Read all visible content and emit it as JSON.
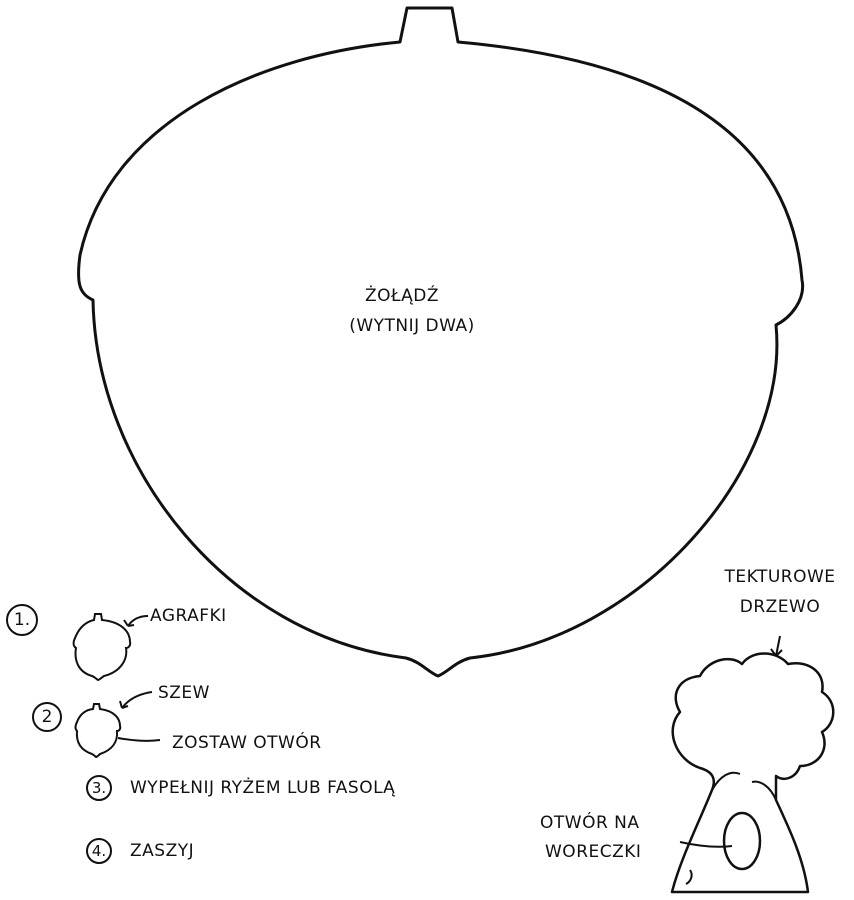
{
  "acorn": {
    "title": "ŻOŁĄDŹ",
    "subtitle": "(WYTNIJ DWA)"
  },
  "steps": [
    {
      "number": "1.",
      "text": "AGRAFKI"
    },
    {
      "number": "2",
      "text": "SZEW",
      "text2": "ZOSTAW OTWÓR"
    },
    {
      "number": "3.",
      "text": "WYPEŁNIJ RYŻEM LUB FASOLĄ"
    },
    {
      "number": "4.",
      "text": "ZASZYJ"
    }
  ],
  "tree": {
    "label_line1": "TEKTUROWE",
    "label_line2": "DRZEWO",
    "hole_line1": "OTWÓR NA",
    "hole_line2": "WORECZKI"
  }
}
